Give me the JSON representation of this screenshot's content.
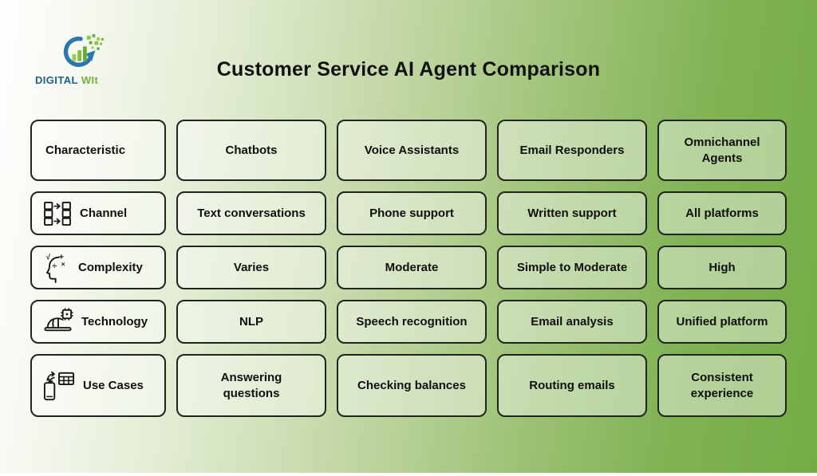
{
  "logo": {
    "brand_primary": "DIGITAL",
    "brand_secondary": "WIt"
  },
  "header": {
    "title": "Customer Service AI Agent Comparison"
  },
  "table": {
    "columns": [
      "Characteristic",
      "Chatbots",
      "Voice Assistants",
      "Email Responders",
      "Omnichannel Agents"
    ],
    "rows": [
      {
        "label": "Channel",
        "icon": "channel-icon",
        "values": [
          "Text conversations",
          "Phone support",
          "Written support",
          "All platforms"
        ]
      },
      {
        "label": "Complexity",
        "icon": "complexity-icon",
        "values": [
          "Varies",
          "Moderate",
          "Simple to Moderate",
          "High"
        ]
      },
      {
        "label": "Technology",
        "icon": "technology-icon",
        "values": [
          "NLP",
          "Speech recognition",
          "Email analysis",
          "Unified platform"
        ]
      },
      {
        "label": "Use Cases",
        "icon": "use-cases-icon",
        "values": [
          "Answering questions",
          "Checking balances",
          "Routing emails",
          "Consistent experience"
        ]
      }
    ]
  },
  "colors": {
    "gradient_start": "#ffffff",
    "gradient_end": "#73ac44",
    "cell_border": "#20261f",
    "cell_fill": "rgba(255,255,255,0.42)",
    "text": "#111111",
    "logo_blue": "#2b76ab",
    "logo_text_blue": "#1d5f86",
    "logo_green": "#76b043"
  }
}
